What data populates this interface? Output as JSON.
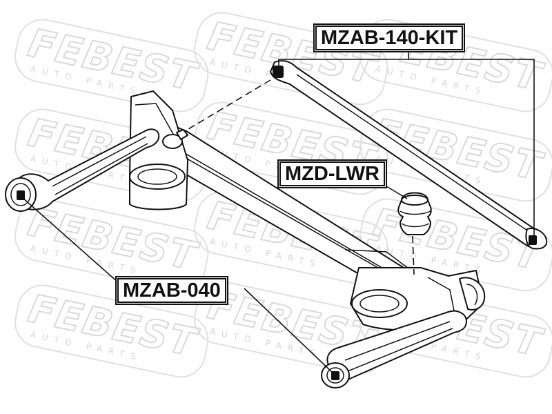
{
  "watermark": {
    "brand": "FEBEST",
    "tagline": "AUTO PARTS"
  },
  "callouts": {
    "upper_link_kit": "MZAB-140-KIT",
    "bump_stop": "MZD-LWR",
    "arm_bushing": "MZAB-040"
  }
}
